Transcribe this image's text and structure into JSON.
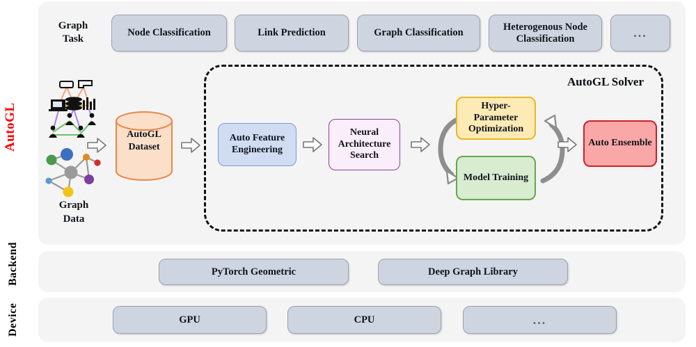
{
  "framework_label": "AutoGL",
  "layers": {
    "backend_label": "Backend",
    "device_label": "Device"
  },
  "graph_task": {
    "row_label": "Graph\nTask",
    "row_label_line1": "Graph",
    "row_label_line2": "Task",
    "items": [
      {
        "id": "node-classification",
        "label": "Node Classification"
      },
      {
        "id": "link-prediction",
        "label": "Link Prediction"
      },
      {
        "id": "graph-classification",
        "label": "Graph Classification"
      },
      {
        "id": "heterogenous-node-classification",
        "label": "Heterogenous Node Classification"
      },
      {
        "id": "more",
        "label": "..."
      }
    ]
  },
  "pipeline": {
    "graph_data_label_line1": "Graph",
    "graph_data_label_line2": "Data",
    "dataset_label_line1": "AutoGL",
    "dataset_label_line2": "Dataset",
    "solver_title": "AutoGL Solver",
    "stages": [
      {
        "id": "auto-feature-engineering",
        "label": "Auto Feature Engineering",
        "color": "#cfdcf2",
        "border": "#7b9cd6"
      },
      {
        "id": "neural-architecture-search",
        "label": "Neural Architecture Search",
        "color": "#fbeefb",
        "border": "#8e3fa0"
      },
      {
        "id": "hyper-parameter-optimization",
        "label": "Hyper-Parameter Optimization",
        "color": "#fdeab4",
        "border": "#e8b827"
      },
      {
        "id": "model-training",
        "label": "Model Training",
        "color": "#d8ecd0",
        "border": "#63a84a"
      },
      {
        "id": "auto-ensemble",
        "label": "Auto Ensemble",
        "color": "#f9a7a7",
        "border": "#cc2027"
      }
    ]
  },
  "backend": {
    "items": [
      {
        "id": "pytorch-geometric",
        "label": "PyTorch Geometric"
      },
      {
        "id": "deep-graph-library",
        "label": "Deep Graph Library"
      }
    ]
  },
  "device": {
    "items": [
      {
        "id": "gpu",
        "label": "GPU"
      },
      {
        "id": "cpu",
        "label": "CPU"
      },
      {
        "id": "more",
        "label": "..."
      }
    ]
  },
  "colors": {
    "panel_bg": "#f4f4f4",
    "task_box": "#ced5e0",
    "task_box_border": "#9aa3b0",
    "accent_red": "#ff0000",
    "dataset_fill": "#fbdfc8",
    "dataset_border": "#e8884a",
    "dashed_border": "#111111"
  },
  "graph_icon": {
    "node_colors": [
      "#3a6fc4",
      "#4a9a4a",
      "#9a9a9a",
      "#e08a1e",
      "#d42a2a",
      "#7b3fa0",
      "#f2c416",
      "#5b9bd5"
    ]
  }
}
